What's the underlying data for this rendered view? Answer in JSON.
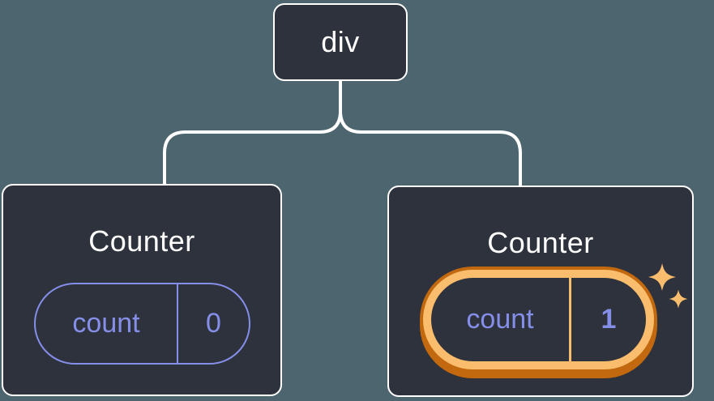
{
  "colors": {
    "background": "#4d656e",
    "card": "#2e323c",
    "outline": "#ffffff",
    "purple": "#858ee9",
    "orange_light": "#f9bd6d",
    "orange_dark": "#c2690f"
  },
  "tree": {
    "root": {
      "label": "div"
    },
    "children": [
      {
        "title": "Counter",
        "state": {
          "name": "count",
          "value": "0"
        },
        "highlighted": false
      },
      {
        "title": "Counter",
        "state": {
          "name": "count",
          "value": "1"
        },
        "highlighted": true
      }
    ]
  },
  "icons": {
    "sparkle": "sparkle-icon"
  }
}
